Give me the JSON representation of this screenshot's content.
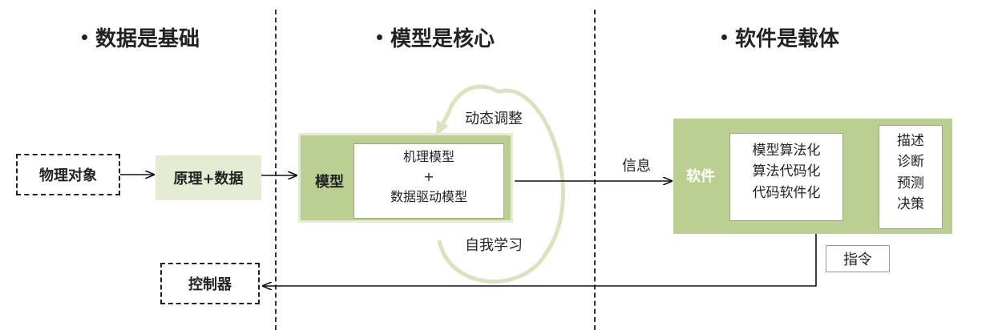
{
  "headings": [
    "数据是基础",
    "模型是核心",
    "软件是载体"
  ],
  "nodes": {
    "physical_object": "物理对象",
    "principle_data": "原理+数据",
    "model_label": "模型",
    "model_inner": [
      "机理模型",
      "+",
      "数据驱动模型"
    ],
    "software_label": "软件",
    "software_steps": [
      "模型算法化",
      "算法代码化",
      "代码软件化"
    ],
    "functions": [
      "描述",
      "诊断",
      "预测",
      "决策"
    ],
    "controller": "控制器",
    "command": "指令"
  },
  "labels": {
    "dynamic_adjust": "动态调整",
    "self_learning": "自我学习",
    "information": "信息"
  },
  "colors": {
    "light_green": "#e4ecd3",
    "mid_green": "#bccf92",
    "loop_green": "#d7e4bd"
  }
}
